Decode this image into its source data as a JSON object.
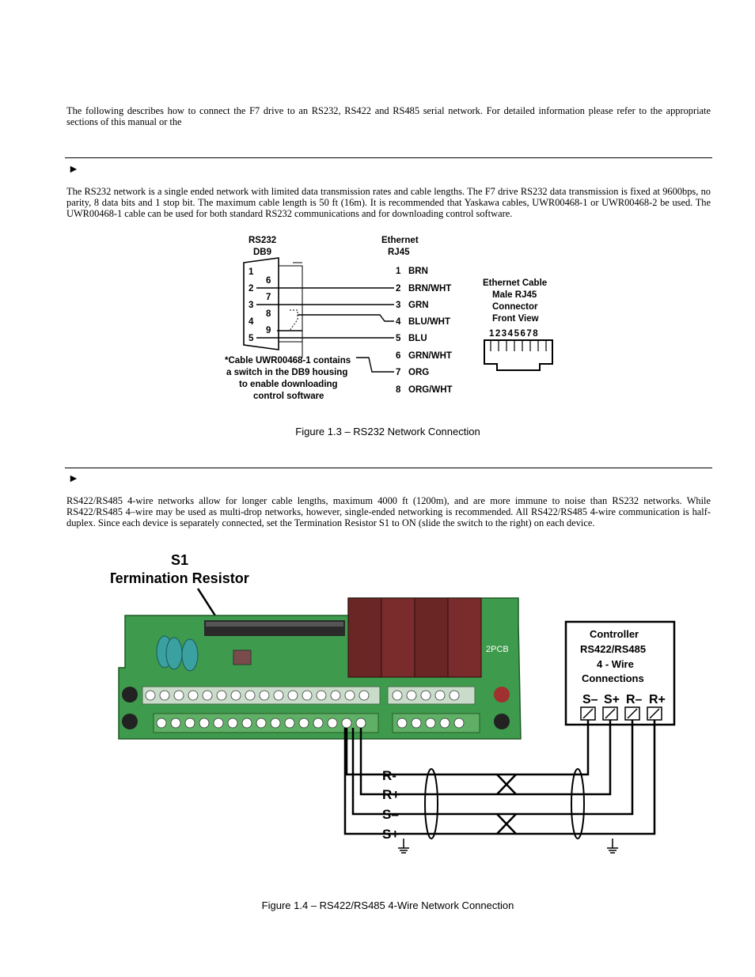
{
  "intro": "The following describes how to connect the F7 drive to an RS232, RS422 and RS485 serial network. For detailed information please refer to the appropriate sections of this manual or the",
  "section1": {
    "arrow": "►",
    "body": "The RS232 network is a single ended network with limited data transmission rates and cable lengths. The F7 drive RS232 data transmission is fixed at 9600bps, no parity, 8 data bits and 1 stop bit. The maximum cable length is 50 ft (16m). It is recommended that Yaskawa cables, UWR00468-1 or UWR00468-2 be used. The UWR00468-1 cable can be used for both standard RS232 communications and for downloading control software.",
    "figure": {
      "db9_title": [
        "RS232",
        "DB9"
      ],
      "eth_title": [
        "Ethernet",
        "RJ45"
      ],
      "db9_pins_left": [
        "1",
        "2",
        "3",
        "4",
        "5"
      ],
      "db9_pins_right": [
        "6",
        "7",
        "8",
        "9"
      ],
      "rj45_pins": [
        {
          "num": "1",
          "color": "BRN"
        },
        {
          "num": "2",
          "color": "BRN/WHT"
        },
        {
          "num": "3",
          "color": "GRN"
        },
        {
          "num": "4",
          "color": "BLU/WHT"
        },
        {
          "num": "5",
          "color": "BLU"
        },
        {
          "num": "6",
          "color": "GRN/WHT"
        },
        {
          "num": "7",
          "color": "ORG"
        },
        {
          "num": "8",
          "color": "ORG/WHT"
        }
      ],
      "cable_note": [
        "*Cable UWR00468-1 contains",
        "a switch in the DB9 housing",
        "to enable downloading",
        "control software"
      ],
      "connector_label": [
        "Ethernet Cable",
        "Male RJ45",
        "Connector",
        "Front View"
      ],
      "connector_digits": "12345678"
    },
    "caption": "Figure 1.3 – RS232 Network Connection"
  },
  "section2": {
    "arrow": "►",
    "body": "RS422/RS485 4-wire networks allow for longer cable lengths, maximum 4000 ft (1200m), and are more immune to noise than RS232 networks. While RS422/RS485 4–wire may be used as multi-drop networks, however, single-ended networking is recommended. All RS422/RS485 4-wire communication is half-duplex. Since each device is separately connected, set the Termination Resistor S1 to ON (slide the switch to the right) on each device.",
    "figure": {
      "s1_label": [
        "S1",
        "Termination Resistor"
      ],
      "controller_label": [
        "Controller",
        "RS422/RS485",
        "4 - Wire",
        "Connections"
      ],
      "terminal_labels": [
        "S–",
        "S+",
        "R–",
        "R+"
      ],
      "wire_labels": [
        "R-",
        "R+",
        "S–",
        "S+"
      ],
      "board_text": [
        "2PCB"
      ]
    },
    "caption": "Figure 1.4 – RS422/RS485 4-Wire Network Connection"
  }
}
